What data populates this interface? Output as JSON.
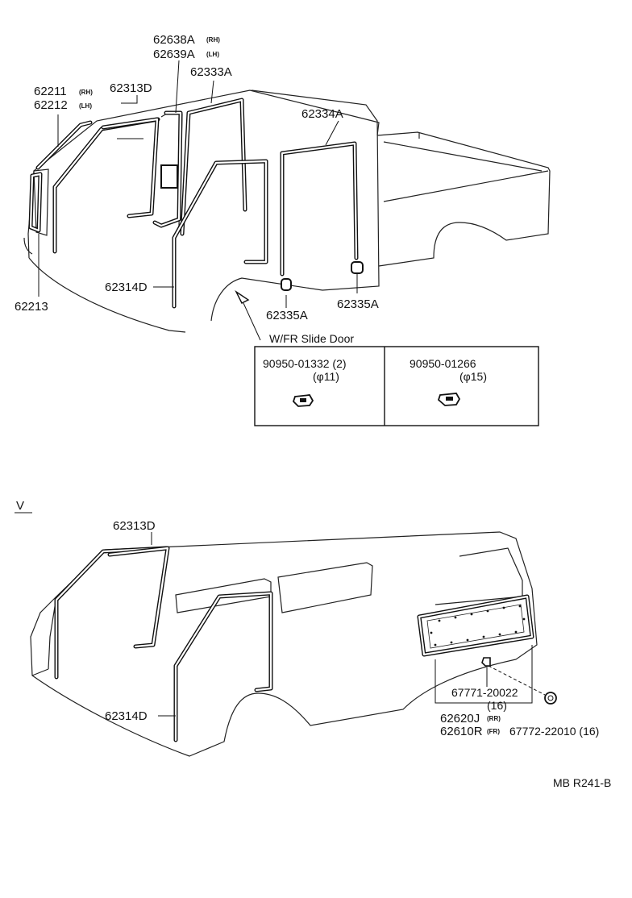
{
  "top_diagram": {
    "labels": {
      "p62638A": "62638A",
      "p62638A_side": "(RH)",
      "p62639A": "62639A",
      "p62639A_side": "(LH)",
      "p62211": "62211",
      "p62211_side": "(RH)",
      "p62212": "62212",
      "p62212_side": "(LH)",
      "p62313D": "62313D",
      "p62333A": "62333A",
      "p62334A": "62334A",
      "p62314D": "62314D",
      "p62213": "62213",
      "p62335A_left": "62335A",
      "p62335A_right": "62335A"
    },
    "callout": {
      "title": "W/FR Slide Door",
      "left_part": "90950-01332 (2)",
      "left_size": "(φ11)",
      "right_part": "90950-01266",
      "right_size": "(φ15)"
    }
  },
  "bottom_diagram": {
    "variant": "V",
    "labels": {
      "p62313D": "62313D",
      "p62314D": "62314D",
      "p67771": "67771-20022",
      "p67771_qty": "(16)",
      "p62620J": "62620J",
      "p62620J_side": "(RR)",
      "p62610R": "62610R",
      "p62610R_side": "(FR)",
      "p67772": "67772-22010 (16)"
    }
  },
  "reference_code": "MB R241-B"
}
